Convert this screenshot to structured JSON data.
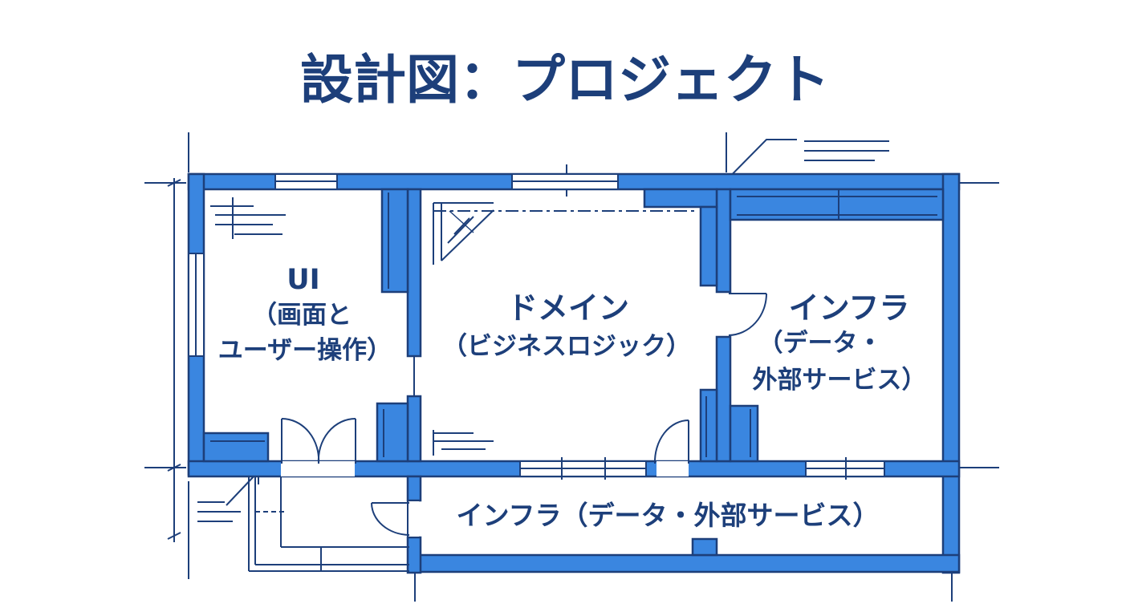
{
  "title": "設計図：プロジェクト",
  "rooms": {
    "ui": {
      "line1": "UI",
      "line2": "（画面と",
      "line3": "ユーザー操作）"
    },
    "domain": {
      "line1": "ドメイン",
      "line2": "（ビジネスロジック）"
    },
    "infra_right": {
      "line1": "インフラ",
      "line2": "（データ・",
      "line3": "外部サービス）"
    },
    "infra_bottom": {
      "line1": "インフラ（データ・外部サービス）"
    }
  },
  "colors": {
    "wall": "#3a86e0",
    "wall_outline": "#1d3f7a",
    "line": "#1d3f7a",
    "text": "#1d3f7a",
    "background": "#ffffff"
  }
}
